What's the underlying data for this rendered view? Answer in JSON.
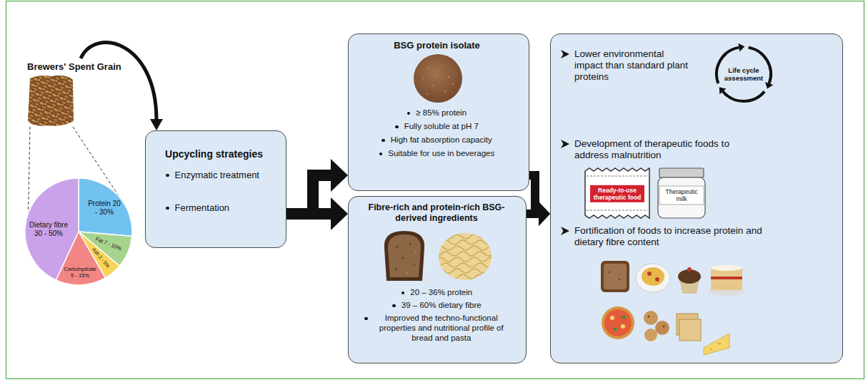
{
  "diagram": {
    "nodes": [
      {
        "text": [
          "Brewers' Spent Grain"
        ]
      },
      {
        "text": [
          "Upcycling strategies",
          "Enzymatic treatment",
          "Fermentation"
        ]
      },
      {
        "text": [
          "BSG protein isolate",
          "≥ 85% protein",
          "Fully soluble at pH 7",
          "High fat absorption capacity",
          "Suitable for use in beverages"
        ]
      },
      {
        "text": [
          "Fibre-rich and protein-rich BSG-derived ingredients",
          "20 – 36% protein",
          "39 – 60% dietary fibre",
          "Improved the techno-functional properties and nutritional profile of bread and pasta"
        ]
      },
      {
        "text": [
          "Lower environmental impact than standard plant proteins",
          "Development of therapeutic foods to address malnutrition",
          "Fortification of foods to increase protein and dietary fibre content"
        ]
      }
    ],
    "edges": [
      {
        "from": 0,
        "to": 1,
        "arrow": "to"
      },
      {
        "from": 1,
        "to": 2,
        "arrow": "to"
      },
      {
        "from": 1,
        "to": 3,
        "arrow": "to"
      },
      {
        "from": 2,
        "to": 4,
        "arrow": "to"
      },
      {
        "from": 3,
        "to": 4,
        "arrow": "to"
      }
    ],
    "labels": [
      "Protein 20 - 30%",
      "Fat 7 - 10%",
      "Ash 2 - 5%",
      "Carbohydrate 5 - 15%",
      "Dietary fibre 30 - 50%",
      "Life cycle assessment",
      "Ready-to-use therapeutic food",
      "Therapeutic milk"
    ]
  }
}
